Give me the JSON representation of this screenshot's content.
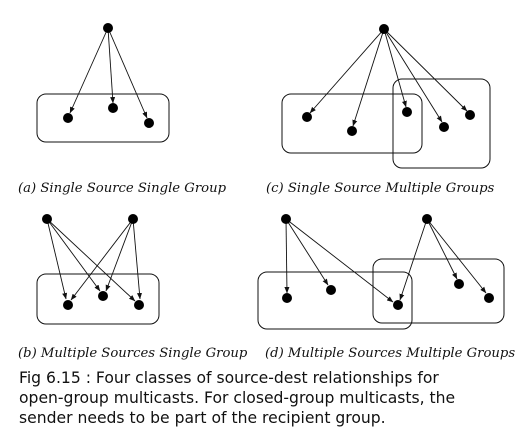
{
  "subfigures": {
    "a": {
      "caption": "(a) Single Source Single Group"
    },
    "b": {
      "caption": "(b) Multiple Sources Single Group"
    },
    "c": {
      "caption": "(c) Single Source Multiple Groups"
    },
    "d": {
      "caption": "(d) Multiple Sources Multiple Groups"
    }
  },
  "caption": {
    "line1": "Fig 6.15 : Four classes of source-dest relationships for",
    "line2": "open-group multicasts. For closed-group multicasts, the",
    "line3": "sender needs to be part of the recipient group."
  },
  "colors": {
    "stroke": "#111111",
    "node": "#000000",
    "background": "#ffffff"
  }
}
